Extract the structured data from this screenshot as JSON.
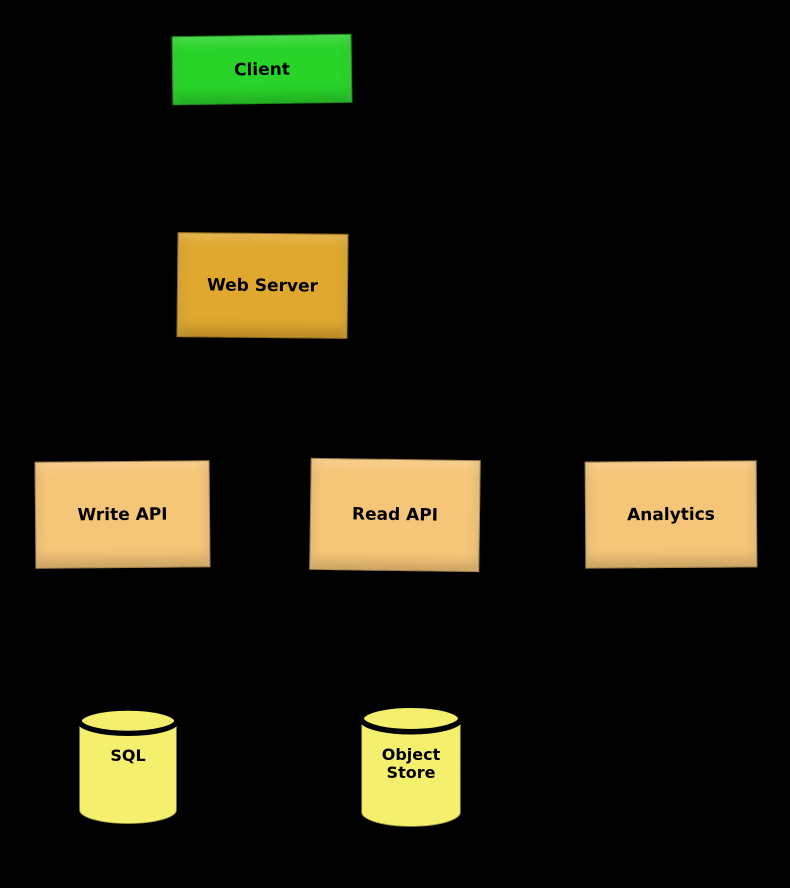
{
  "diagram": {
    "background": "#000000",
    "text_color": "#000000",
    "nodes": [
      {
        "id": "client",
        "label": "Client",
        "shape": "rectangle",
        "color": "#29d429"
      },
      {
        "id": "web-server",
        "label": "Web Server",
        "shape": "rectangle",
        "color": "#e0a82e"
      },
      {
        "id": "write-api",
        "label": "Write API",
        "shape": "rectangle",
        "color": "#f6c678"
      },
      {
        "id": "read-api",
        "label": "Read API",
        "shape": "rectangle",
        "color": "#f6c678"
      },
      {
        "id": "analytics",
        "label": "Analytics",
        "shape": "rectangle",
        "color": "#f6c678"
      },
      {
        "id": "sql",
        "label": "SQL",
        "shape": "cylinder",
        "color": "#f5ef6e"
      },
      {
        "id": "object-store",
        "label": "Object Store",
        "shape": "cylinder",
        "color": "#f5ef6e"
      }
    ]
  }
}
